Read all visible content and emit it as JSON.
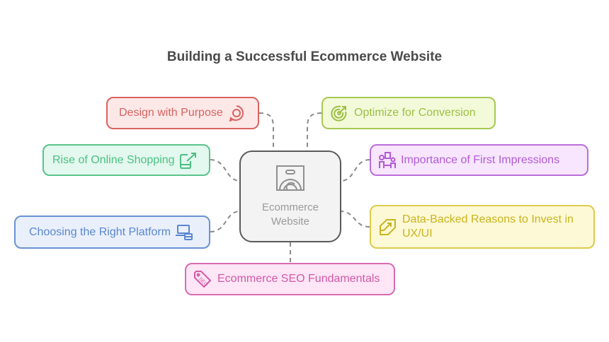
{
  "title": "Building a Successful Ecommerce Website",
  "center": {
    "label_line1": "Ecommerce",
    "label_line2": "Website",
    "icon": "shopping-bag-icon"
  },
  "nodes": [
    {
      "id": "design",
      "label": "Design with Purpose",
      "icon": "chat-bubble-icon",
      "color": "#d9635f",
      "bg": "#fde8e8"
    },
    {
      "id": "optimize",
      "label": "Optimize for Conversion",
      "icon": "target-arrow-icon",
      "color": "#9cbf45",
      "bg": "#f3fad9"
    },
    {
      "id": "rise",
      "label": "Rise of Online Shopping",
      "icon": "mobile-growth-icon",
      "color": "#4cbf84",
      "bg": "#e3f8ee"
    },
    {
      "id": "importance",
      "label": "Importance of First Impressions",
      "icon": "people-presentation-icon",
      "color": "#b25ad6",
      "bg": "#f7e6fd"
    },
    {
      "id": "platform",
      "label": "Choosing the Right Platform",
      "icon": "laptop-card-icon",
      "color": "#5b86cf",
      "bg": "#e9f0fc"
    },
    {
      "id": "data",
      "label_line1": "Data-Backed Reasons to Invest in",
      "label_line2": "UX/UI",
      "icon": "chart-board-icon",
      "color": "#c9b41e",
      "bg": "#fdf9d6"
    },
    {
      "id": "seo",
      "label": "Ecommerce SEO Fundamentals",
      "icon": "seo-tag-icon",
      "color": "#d159a7",
      "bg": "#fde6f5"
    }
  ],
  "connector_color": "#8a8a8a"
}
